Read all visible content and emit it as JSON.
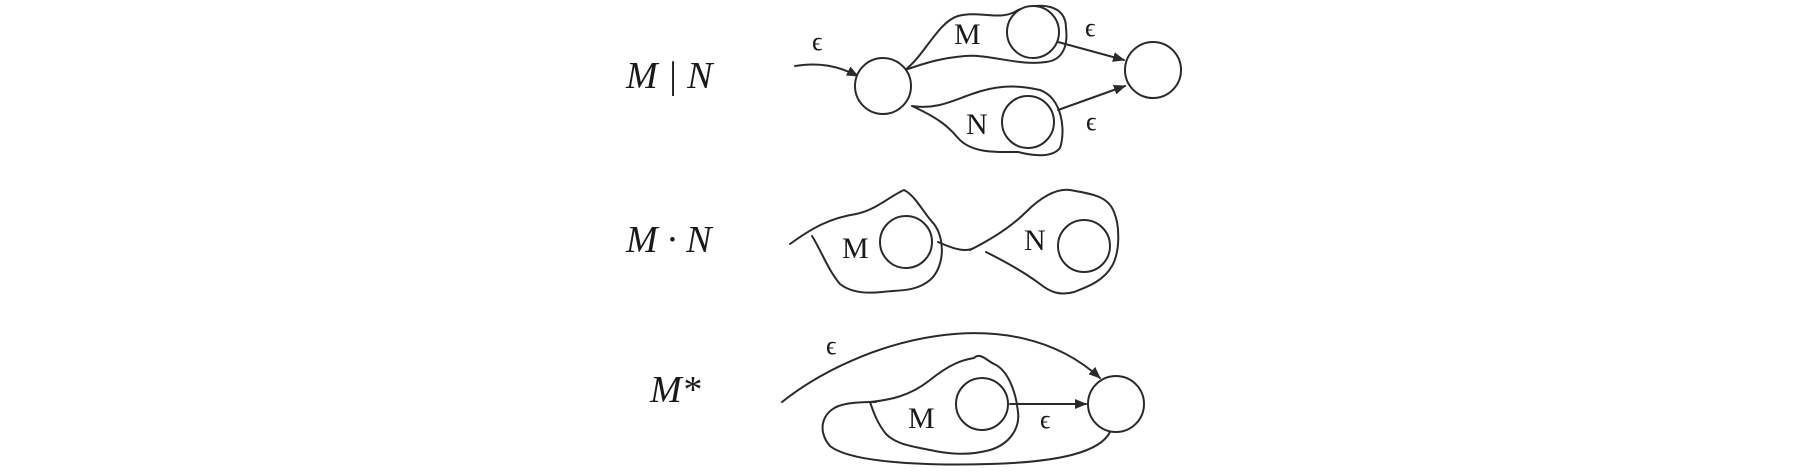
{
  "rows": {
    "union": {
      "label": "M | N",
      "machine_a": "M",
      "machine_b": "N",
      "edge_in": "ϵ",
      "edge_a_out": "ϵ",
      "edge_b_out": "ϵ"
    },
    "concat": {
      "label": "M · N",
      "machine_a": "M",
      "machine_b": "N"
    },
    "star": {
      "label": "M*",
      "machine_a": "M",
      "edge_skip": "ϵ",
      "edge_out": "ϵ"
    }
  },
  "colors": {
    "ink": "#2a2a2a",
    "background": "#ffffff"
  }
}
